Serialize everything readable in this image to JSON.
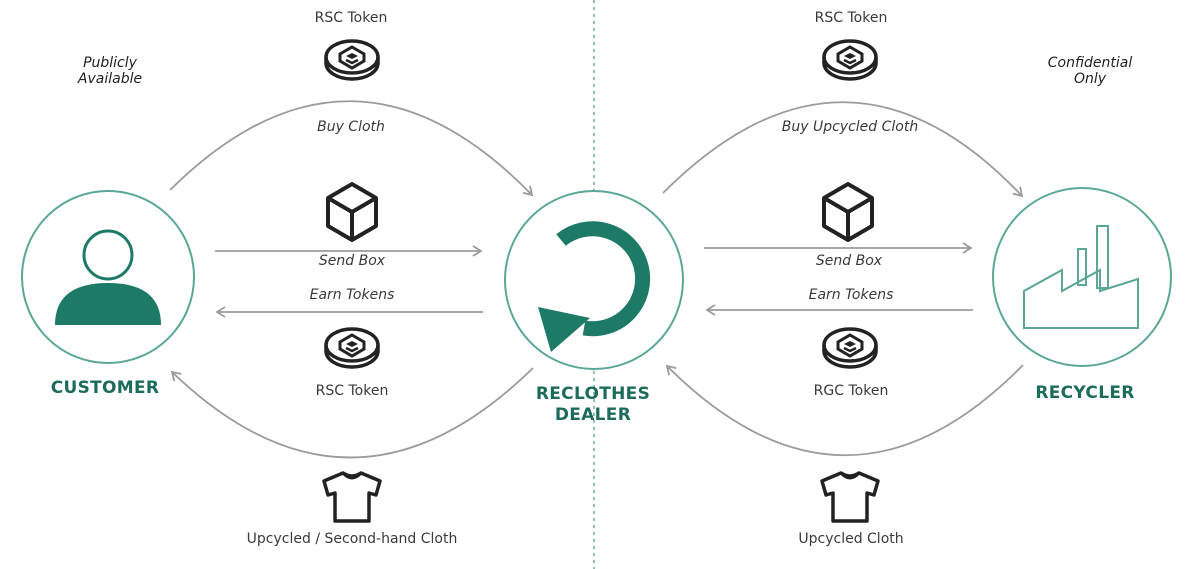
{
  "notes": {
    "left": [
      "Publicly",
      "Available"
    ],
    "right": [
      "Confidential",
      "Only"
    ]
  },
  "actors": {
    "customer": "CUSTOMER",
    "dealer": [
      "RECLOTHES",
      "DEALER"
    ],
    "recycler": "RECYCLER"
  },
  "left_flow": {
    "top_token": "RSC Token",
    "buy": "Buy Cloth",
    "send": "Send Box",
    "earn": "Earn Tokens",
    "return_token": "RSC Token",
    "cloth": "Upcycled / Second-hand Cloth"
  },
  "right_flow": {
    "top_token": "RSC Token",
    "buy": "Buy Upcycled Cloth",
    "send": "Send Box",
    "earn": "Earn Tokens",
    "return_token": "RGC Token",
    "cloth": "Upcycled Cloth"
  },
  "colors": {
    "accent": "#1d7a66",
    "arrow": "#9b9b9b",
    "divider": "#6aa99a",
    "icon": "#222222"
  }
}
